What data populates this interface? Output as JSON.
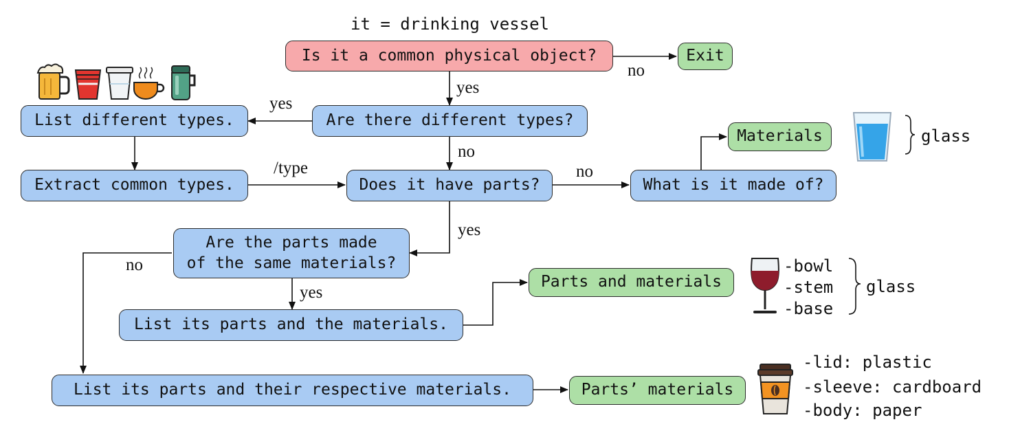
{
  "title": "it = drinking vessel",
  "nodes": {
    "q_common": "Is it a common physical object?",
    "exit": "Exit",
    "q_types": "Are there different types?",
    "list_types": "List different types.",
    "extract_types": "Extract common types.",
    "q_parts": "Does it have parts?",
    "q_made": "What is it made of?",
    "materials": "Materials",
    "q_same": "Are the parts made\nof the same materials?",
    "list_parts_materials": "List its parts and the materials.",
    "parts_and_materials": "Parts and materials",
    "list_respective": "List its parts and their respective materials.",
    "parts_materials": "Parts’ materials"
  },
  "edge_labels": {
    "common_no": "no",
    "common_yes": "yes",
    "types_yes": "yes",
    "types_no": "no",
    "per_type": "/type",
    "parts_no": "no",
    "parts_yes": "yes",
    "same_no": "no",
    "same_yes": "yes"
  },
  "annotations": {
    "glass_label": "glass",
    "wine_parts": [
      "-bowl",
      "-stem",
      "-base"
    ],
    "wine_label": "glass",
    "cup_parts": [
      "-lid: plastic",
      "-sleeve: cardboard",
      "-body: paper"
    ]
  },
  "icons": [
    "beer-mug-icon",
    "red-cups-icon",
    "paper-cup-icon",
    "coffee-mug-icon",
    "thermos-icon",
    "water-glass-icon",
    "wine-glass-icon",
    "coffee-to-go-cup-icon"
  ],
  "colors": {
    "question_blue": "#a9cbf3",
    "start_red": "#f7a9ab",
    "output_green": "#addfa6"
  }
}
